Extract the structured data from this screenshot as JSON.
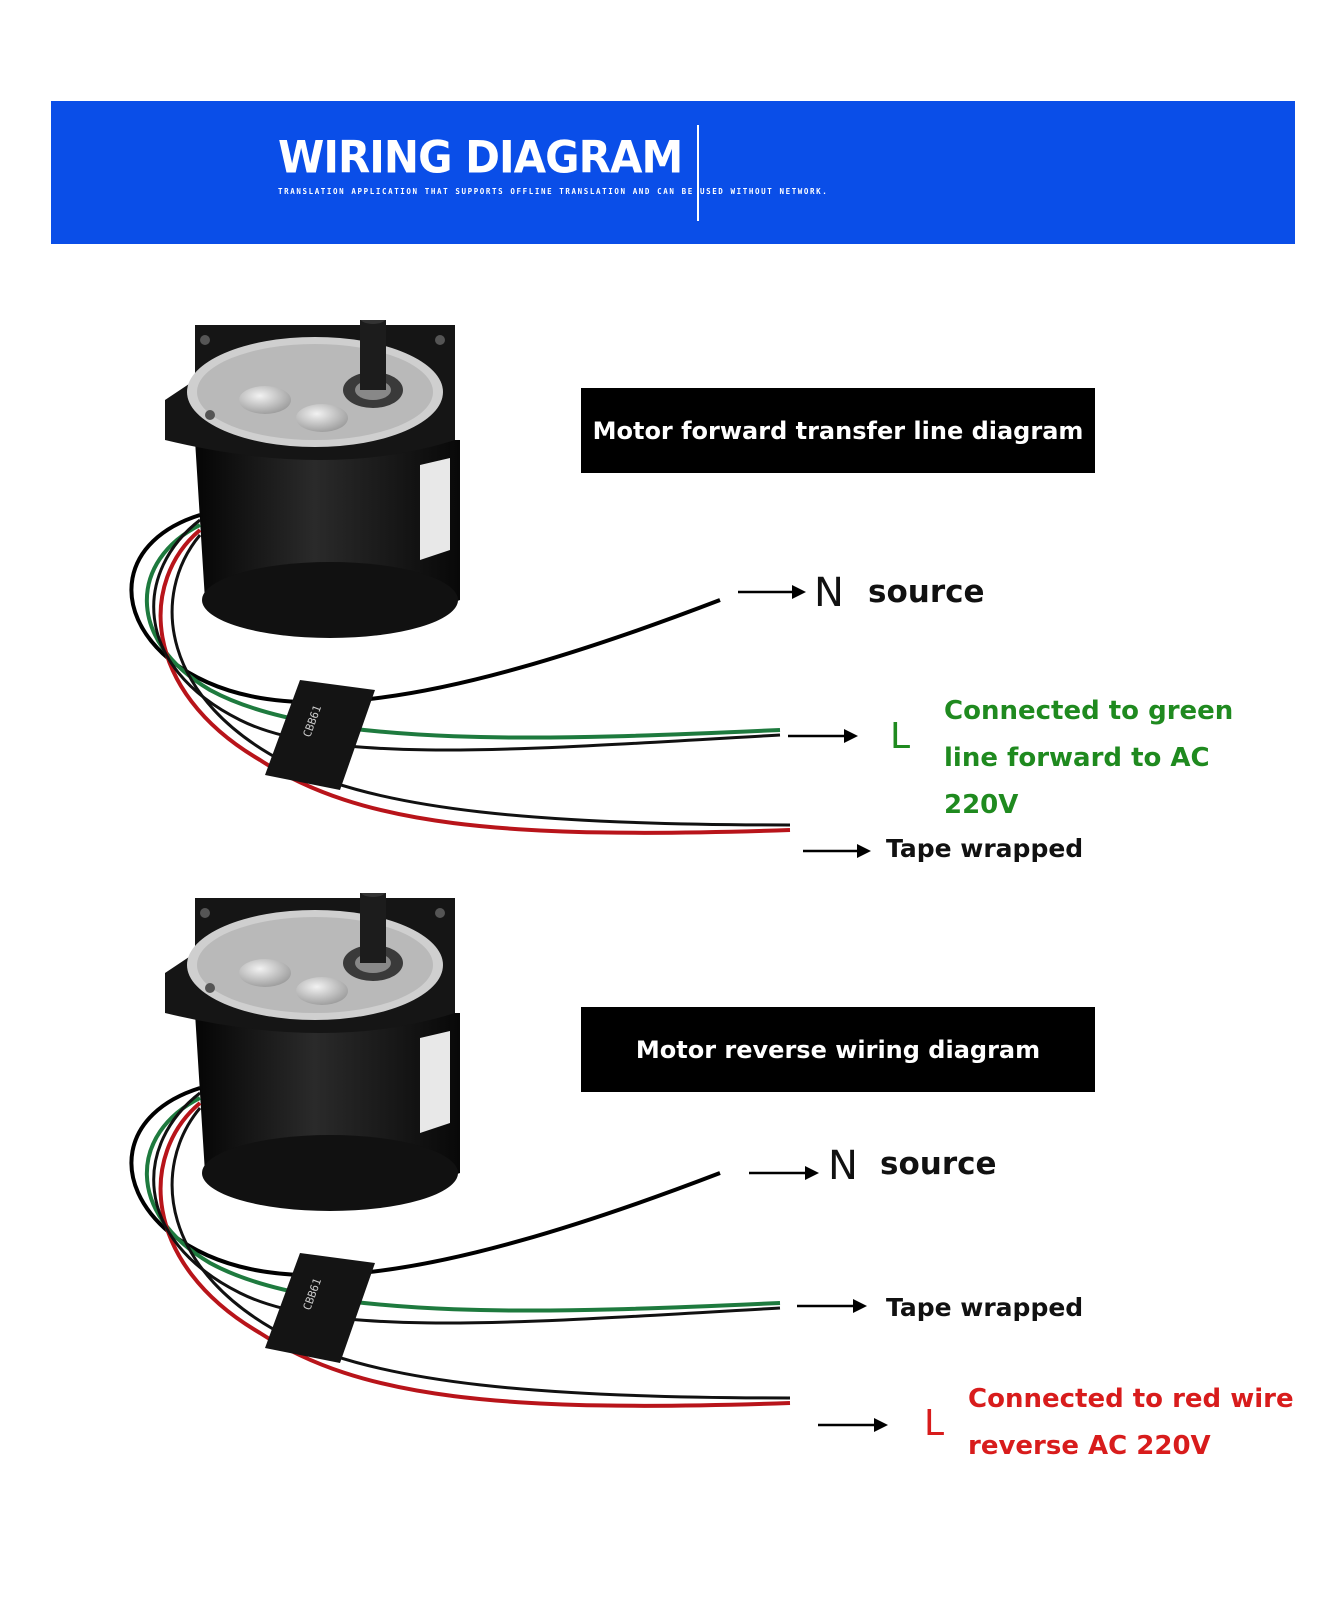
{
  "banner": {
    "title": "WIRING DIAGRAM",
    "subtitle": "TRANSLATION APPLICATION THAT SUPPORTS OFFLINE TRANSLATION AND CAN BE USED WITHOUT NETWORK.",
    "color": "#0a4ee8"
  },
  "capacitor_marking": "CBB61",
  "forward": {
    "label": "Motor forward transfer line diagram",
    "n_letter": "N",
    "n_text": "source",
    "l_letter": "L",
    "l_text": "Connected to green line forward to AC 220V",
    "l_color": "#1f8a1f",
    "tape_text": "Tape wrapped"
  },
  "reverse": {
    "label": "Motor reverse wiring diagram",
    "n_letter": "N",
    "n_text": "source",
    "tape_text": "Tape wrapped",
    "l_letter": "L",
    "l_text": "Connected to red wire reverse AC 220V",
    "l_color": "#d81c1c"
  }
}
